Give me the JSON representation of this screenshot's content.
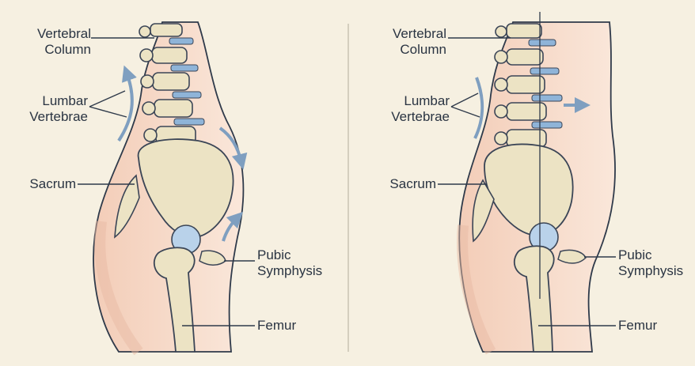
{
  "panels": [
    {
      "id": "left",
      "labels": {
        "vertebral_column": [
          "Vertebral",
          "Column"
        ],
        "lumbar_vertebrae": [
          "Lumbar",
          "Vertebrae"
        ],
        "sacrum": [
          "Sacrum"
        ],
        "pubic_symphysis": [
          "Pubic",
          "Symphysis"
        ],
        "femur": [
          "Femur"
        ]
      }
    },
    {
      "id": "right",
      "labels": {
        "vertebral_column": [
          "Vertebral",
          "Column"
        ],
        "lumbar_vertebrae": [
          "Lumbar",
          "Vertebrae"
        ],
        "sacrum": [
          "Sacrum"
        ],
        "pubic_symphysis": [
          "Pubic",
          "Symphysis"
        ],
        "femur": [
          "Femur"
        ]
      }
    }
  ],
  "colors": {
    "background": "#f6f0e1",
    "skin": "#f6dccb",
    "bone": "#ece3c4",
    "bone_outline": "#3b4556",
    "disc": "#8fb4d8",
    "arrow": "#7f9fc0",
    "leader_line": "#2f3a4a"
  }
}
